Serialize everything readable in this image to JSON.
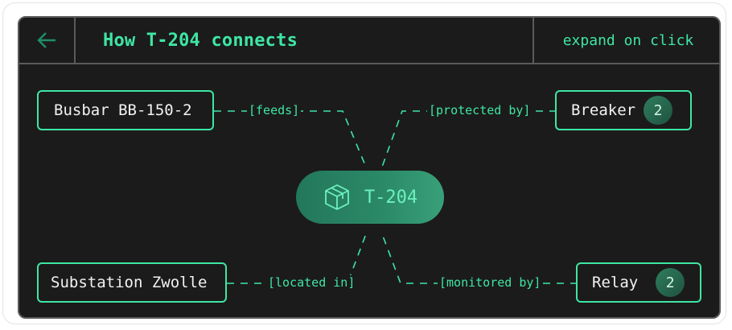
{
  "header": {
    "title": "How T-204 connects",
    "hint": "expand on click",
    "back_icon": "arrow-left-icon"
  },
  "center": {
    "label": "T-204",
    "icon": "cube-icon"
  },
  "nodes": [
    {
      "label": "Busbar BB-150-2",
      "badge": null
    },
    {
      "label": "Breaker",
      "badge": "2"
    },
    {
      "label": "Substation Zwolle",
      "badge": null
    },
    {
      "label": "Relay",
      "badge": "2"
    }
  ],
  "edges": [
    {
      "label": "[feeds]"
    },
    {
      "label": "[protected by]"
    },
    {
      "label": "[located in]"
    },
    {
      "label": "[monitored by]"
    }
  ],
  "colors": {
    "accent": "#3ee6a4",
    "panel_bg": "#1b1b1b",
    "border": "#5a5a5a"
  }
}
